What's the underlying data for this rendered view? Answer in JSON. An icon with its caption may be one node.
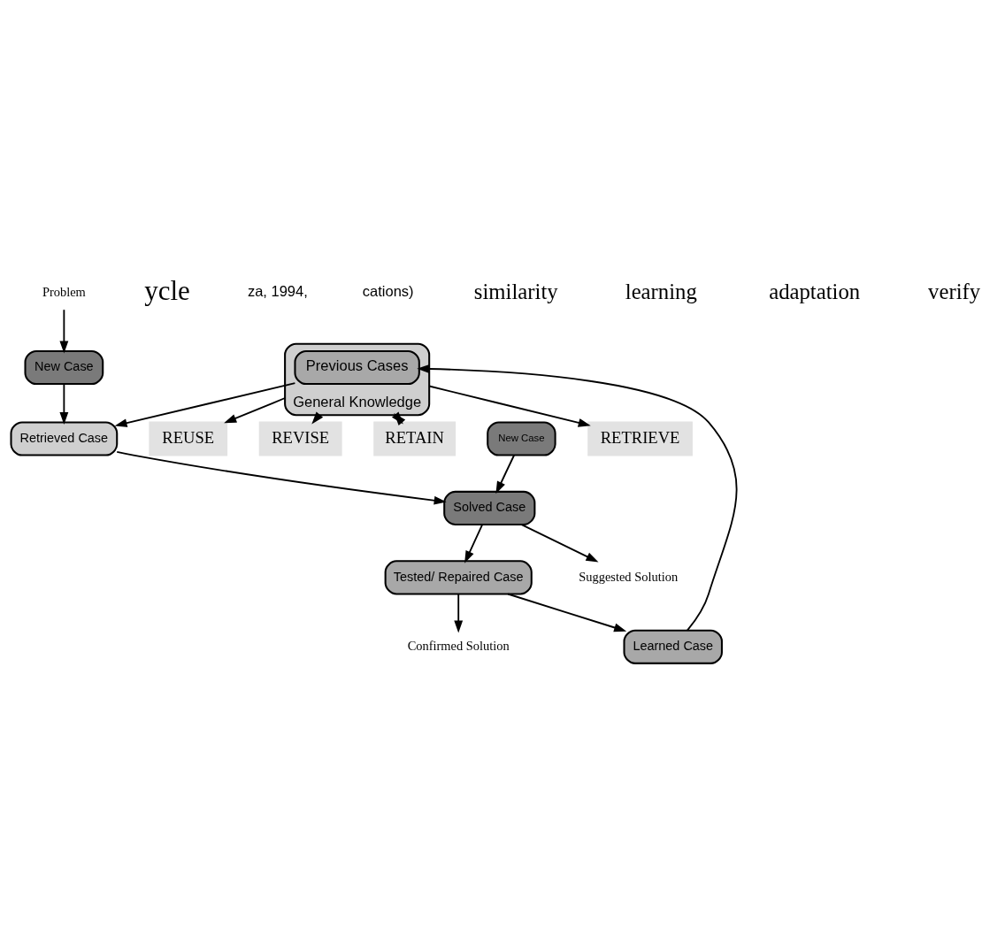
{
  "diagram": {
    "nodes": [
      {
        "text": [
          "Problem"
        ]
      },
      {
        "text": [
          "New Case"
        ]
      },
      {
        "text": [
          "Retrieved Case"
        ]
      },
      {
        "text": [
          "New Case"
        ]
      },
      {
        "text": [
          "Solved Case"
        ]
      },
      {
        "text": [
          "Suggested Solution"
        ]
      },
      {
        "text": [
          "Tested/ Repaired Case"
        ]
      },
      {
        "text": [
          "Confirmed Solution"
        ]
      },
      {
        "text": [
          "Learned Case"
        ]
      },
      {
        "text": [
          "General Knowledge"
        ]
      },
      {
        "text": [
          "Previous Cases"
        ],
        "in": 9
      },
      {
        "text": [
          "RETRIEVE"
        ]
      },
      {
        "text": [
          "REUSE"
        ]
      },
      {
        "text": [
          "REVISE"
        ]
      },
      {
        "text": [
          "RETAIN"
        ]
      }
    ],
    "edges": [
      {
        "from": 0,
        "to": 1,
        "arrow": "to"
      },
      {
        "from": 1,
        "to": 2,
        "arrow": "to"
      },
      {
        "from": 8,
        "to": 10,
        "arrow": "to"
      },
      {
        "from": 10,
        "to": 2,
        "arrow": "to"
      },
      {
        "from": 9,
        "to": 11,
        "arrow": "to"
      },
      {
        "from": 9,
        "to": 12,
        "arrow": "to"
      },
      {
        "from": 9,
        "to": 13,
        "arrow": "to"
      },
      {
        "from": 9,
        "to": 14,
        "arrow": "both"
      },
      {
        "from": 2,
        "to": 4,
        "arrow": "to"
      },
      {
        "from": 3,
        "to": 4,
        "arrow": "to"
      },
      {
        "from": 4,
        "to": 5,
        "arrow": "to"
      },
      {
        "from": 4,
        "to": 6,
        "arrow": "to"
      },
      {
        "from": 6,
        "to": 7,
        "arrow": "to"
      },
      {
        "from": 6,
        "to": 8,
        "arrow": "to"
      }
    ],
    "labels": [
      "ycle",
      "za, 1994,",
      "cations)",
      "similarity",
      "learning",
      "adaptation",
      "verify"
    ]
  }
}
